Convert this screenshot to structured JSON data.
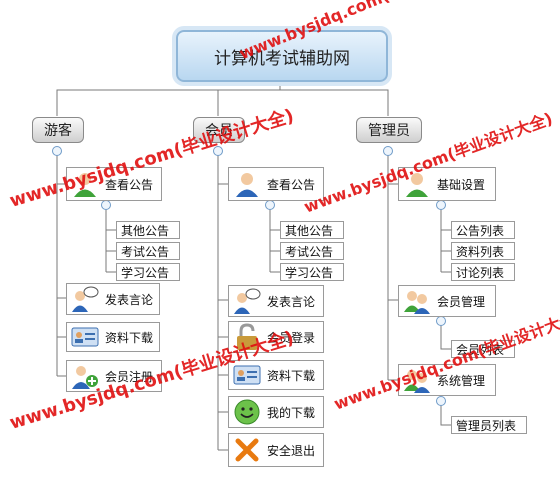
{
  "root": "计算机考试辅助网",
  "categories": {
    "visitor": "游客",
    "member": "会员",
    "admin": "管理员"
  },
  "visitor": {
    "view_notice": "查看公告",
    "leaves": [
      "其他公告",
      "考试公告",
      "学习公告"
    ],
    "post_message": "发表言论",
    "download": "资料下载",
    "register": "会员注册"
  },
  "member": {
    "view_notice": "查看公告",
    "leaves": [
      "其他公告",
      "考试公告",
      "学习公告"
    ],
    "post_message": "发表言论",
    "login": "会员登录",
    "download": "资料下载",
    "my_downloads": "我的下载",
    "logout": "安全退出"
  },
  "admin": {
    "basic_settings": "基础设置",
    "basic_leaves": [
      "公告列表",
      "资料列表",
      "讨论列表"
    ],
    "member_manage": "会员管理",
    "member_leaves": [
      "会员列表"
    ],
    "system_manage": "系统管理",
    "system_leaves": [
      "管理员列表"
    ]
  },
  "watermark": "www.bysjdq.com(毕业设计大全)",
  "colors": {
    "root_border": "#8fb6d8",
    "line": "#7a7a7a",
    "watermark": "#e01010"
  }
}
